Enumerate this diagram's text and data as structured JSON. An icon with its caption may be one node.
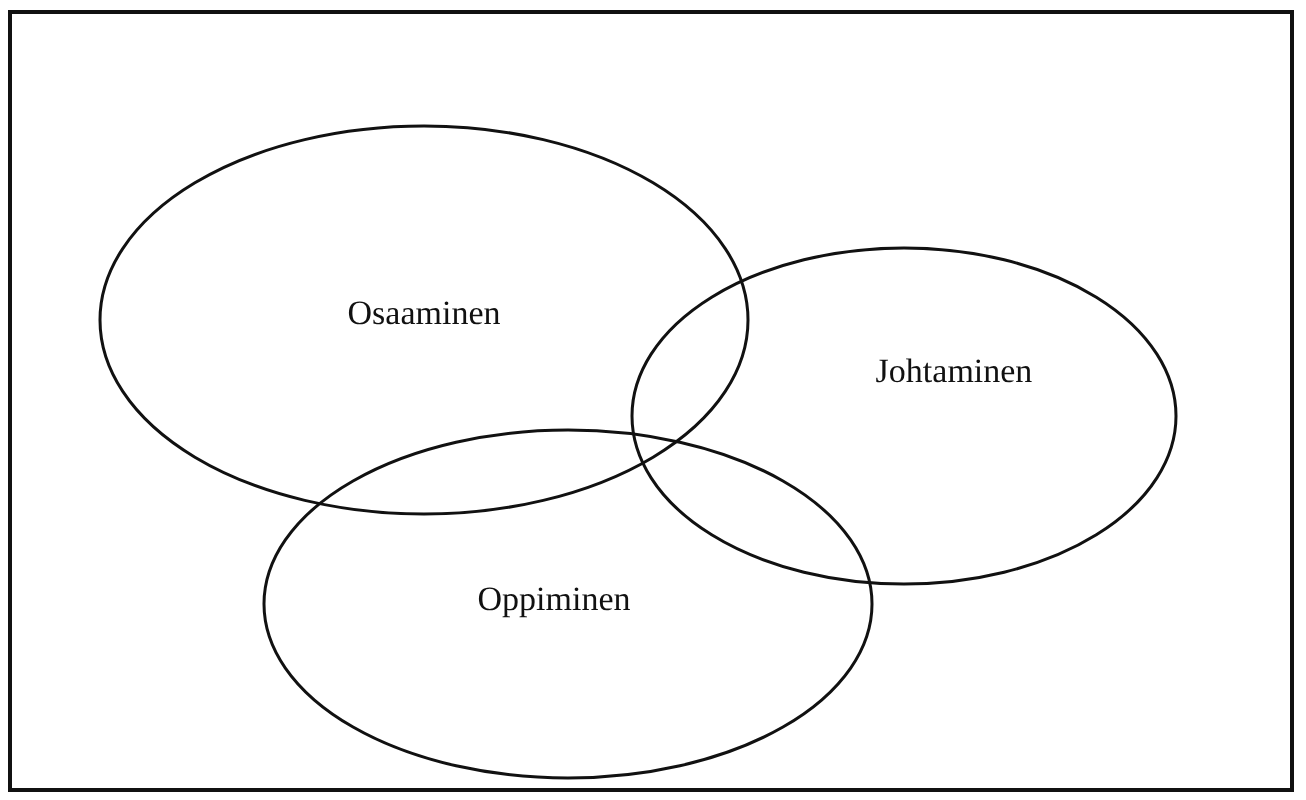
{
  "diagram": {
    "nodes": [
      {
        "text": [
          "Osaaminen"
        ]
      },
      {
        "text": [
          "Johtaminen"
        ]
      },
      {
        "text": [
          "Oppiminen"
        ]
      }
    ]
  }
}
